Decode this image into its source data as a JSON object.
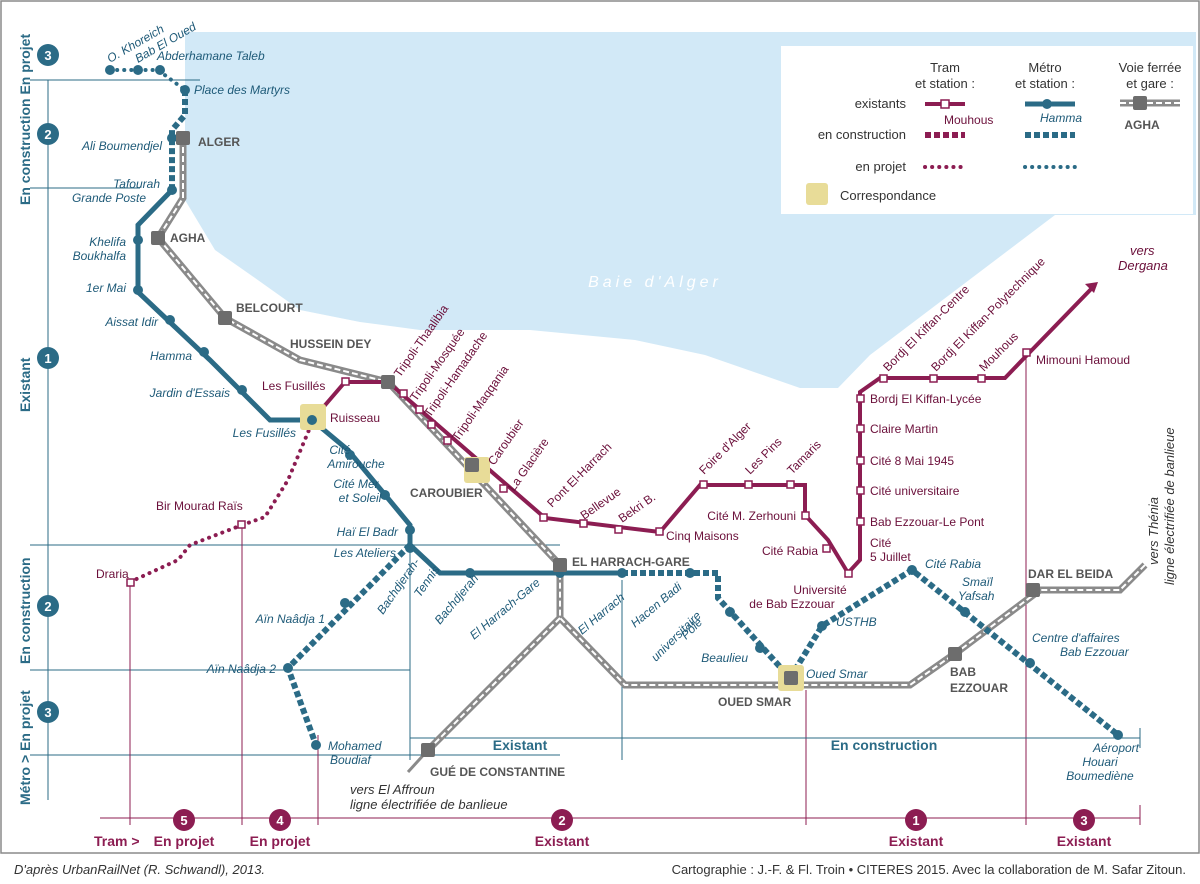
{
  "colors": {
    "metro": "#2b6b86",
    "tram": "#8c1d52",
    "rail": "#8a8a8a",
    "sea": "#d2e9f7",
    "correspondance": "#e8dc98",
    "frame": "#777777"
  },
  "sea_label": "Baie d'Alger",
  "legend": {
    "col_tram": "Tram\net station :",
    "col_metro": "Métro\net station :",
    "col_rail": "Voie ferrée\net gare :",
    "row_existants": "existants",
    "row_construction": "en construction",
    "row_projet": "en projet",
    "correspondance": "Correspondance",
    "sample_tram": "Mouhous",
    "sample_metro": "Hamma",
    "sample_rail": "AGHA"
  },
  "left_scale": {
    "title_top": "En construction  En projet",
    "title_existant": "Existant",
    "title_construction": "En construction",
    "title_metro": "Métro > En projet",
    "segments": [
      {
        "num": "3"
      },
      {
        "num": "2"
      },
      {
        "num": "1"
      },
      {
        "num": "2"
      },
      {
        "num": "3"
      }
    ]
  },
  "bottom_scale": {
    "tram_prefix": "Tram >",
    "segments": [
      {
        "num": "5",
        "label": "En projet"
      },
      {
        "num": "4",
        "label": "En projet"
      },
      {
        "num": "2",
        "label": "Existant"
      },
      {
        "num": "1",
        "label": "Existant"
      },
      {
        "num": "3",
        "label": "Existant"
      }
    ]
  },
  "rail_status": {
    "existant": "Existant",
    "construction": "En construction"
  },
  "metro_stations": [
    {
      "name": "O. Khoreich"
    },
    {
      "name": "Bab El Oued"
    },
    {
      "name": "Abderhamane Taleb"
    },
    {
      "name": "Place des Martyrs"
    },
    {
      "name": "Ali Boumendjel"
    },
    {
      "name": "Tafourah"
    },
    {
      "name": "Grande Poste"
    },
    {
      "name": "Khelifa"
    },
    {
      "name": "Boukhalfa"
    },
    {
      "name": "1er Mai"
    },
    {
      "name": "Aissat Idir"
    },
    {
      "name": "Hamma"
    },
    {
      "name": "Jardin d'Essais"
    },
    {
      "name": "Les Fusillés"
    },
    {
      "name": "Cité"
    },
    {
      "name": "Amirouche"
    },
    {
      "name": "Cité Mer"
    },
    {
      "name": "et Soleil"
    },
    {
      "name": "Haï El Badr"
    },
    {
      "name": "Les Ateliers"
    },
    {
      "name": "Bachdjerah-"
    },
    {
      "name": "Tennis"
    },
    {
      "name": "Bachdjerah"
    },
    {
      "name": "El Harrach-Gare"
    },
    {
      "name": "El Harrach"
    },
    {
      "name": "Hacen Badi"
    },
    {
      "name": "Pôle"
    },
    {
      "name": "universitaire"
    },
    {
      "name": "Beaulieu"
    },
    {
      "name": "Oued Smar"
    },
    {
      "name": "USTHB"
    },
    {
      "name": "Cité Rabia"
    },
    {
      "name": "Smaïl"
    },
    {
      "name": "Yafsah"
    },
    {
      "name": "Centre d'affaires"
    },
    {
      "name": "Bab Ezzouar"
    },
    {
      "name": "Aéroport"
    },
    {
      "name": "Houari"
    },
    {
      "name": "Boumediène"
    },
    {
      "name": "Aïn Naâdja 1"
    },
    {
      "name": "Aïn Naâdja 2"
    },
    {
      "name": "Mohamed"
    },
    {
      "name": "Boudiaf"
    }
  ],
  "tram_stations": [
    {
      "name": "Tripoli-Thaalibia"
    },
    {
      "name": "Tripoli-Mosquée"
    },
    {
      "name": "Tripoli-Hamadache"
    },
    {
      "name": "Tripoli-Maqqania"
    },
    {
      "name": "Caroubier"
    },
    {
      "name": "La Glacière"
    },
    {
      "name": "Pont El-Harrach"
    },
    {
      "name": "Bellevue"
    },
    {
      "name": "Bekri B."
    },
    {
      "name": "Cinq Maisons"
    },
    {
      "name": "Foire d'Alger"
    },
    {
      "name": "Les Pins"
    },
    {
      "name": "Tamaris"
    },
    {
      "name": "Cité M. Zerhouni"
    },
    {
      "name": "Cité Rabia"
    },
    {
      "name": "Université"
    },
    {
      "name": "de Bab Ezzouar"
    },
    {
      "name": "Cité"
    },
    {
      "name": "5 Juillet"
    },
    {
      "name": "Bab Ezzouar-Le Pont"
    },
    {
      "name": "Cité universitaire"
    },
    {
      "name": "Cité 8 Mai 1945"
    },
    {
      "name": "Claire Martin"
    },
    {
      "name": "Bordj El Kiffan-Lycée"
    },
    {
      "name": "Bordj El Kiffan-Centre"
    },
    {
      "name": "Bordj El Kiffan-Polytechnique"
    },
    {
      "name": "Mouhous"
    },
    {
      "name": "Mimouni Hamoud"
    },
    {
      "name": "Ruisseau"
    },
    {
      "name": "Les Fusillés"
    },
    {
      "name": "Bir Mourad Raïs"
    },
    {
      "name": "Draria"
    }
  ],
  "rail_stations": [
    {
      "name": "ALGER"
    },
    {
      "name": "AGHA"
    },
    {
      "name": "BELCOURT"
    },
    {
      "name": "HUSSEIN DEY"
    },
    {
      "name": "CAROUBIER"
    },
    {
      "name": "EL HARRACH-GARE"
    },
    {
      "name": "OUED SMAR"
    },
    {
      "name": "BAB"
    },
    {
      "name": "EZZOUAR"
    },
    {
      "name": "DAR EL BEIDA"
    },
    {
      "name": "GUÉ DE CONSTANTINE"
    }
  ],
  "destinations": {
    "dergana_1": "vers",
    "dergana_2": "Dergana",
    "thenia_1": "vers Thénia",
    "thenia_2": "ligne électrifiée de banlieue",
    "affroun_1": "vers El Affroun",
    "affroun_2": "ligne électrifiée de banlieue"
  },
  "credits": {
    "left": "D'après UrbanRailNet (R. Schwandl), 2013.",
    "right": "Cartographie : J.-F. & Fl. Troin • CITERES 2015. Avec la collaboration de M. Safar Zitoun."
  }
}
